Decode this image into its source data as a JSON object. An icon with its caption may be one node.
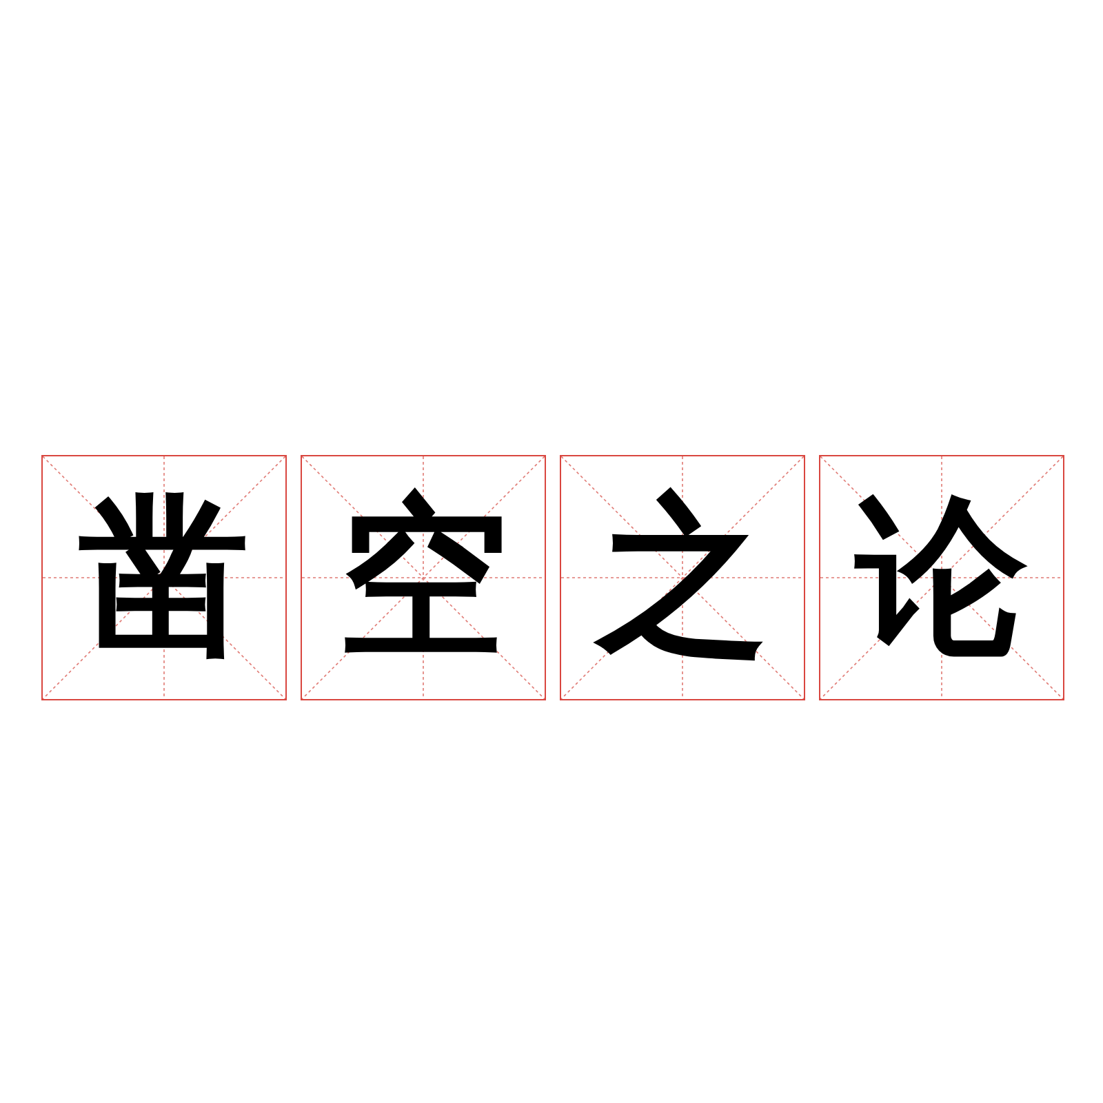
{
  "diagram": {
    "nodes": [
      {
        "text": [
          "凿"
        ]
      },
      {
        "text": [
          "空"
        ]
      },
      {
        "text": [
          "之"
        ]
      },
      {
        "text": [
          "论"
        ]
      }
    ]
  }
}
